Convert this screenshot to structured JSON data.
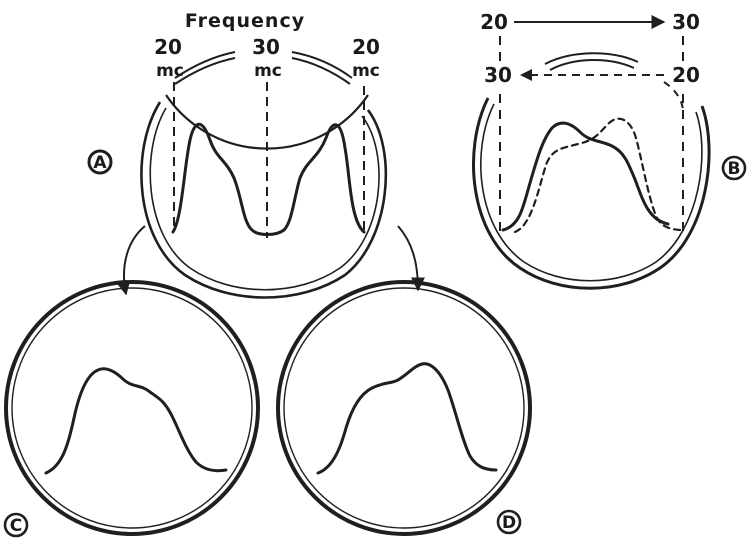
{
  "title": "Frequency",
  "panel_a": {
    "badge": "A",
    "markers": [
      {
        "value": "20",
        "unit": "mc"
      },
      {
        "value": "30",
        "unit": "mc"
      },
      {
        "value": "20",
        "unit": "mc"
      }
    ]
  },
  "panel_b": {
    "badge": "B",
    "sweep_forward": {
      "from": "20",
      "to": "30"
    },
    "sweep_return": {
      "from": "20",
      "to": "30"
    }
  },
  "panel_c": {
    "badge": "C"
  },
  "panel_d": {
    "badge": "D"
  }
}
